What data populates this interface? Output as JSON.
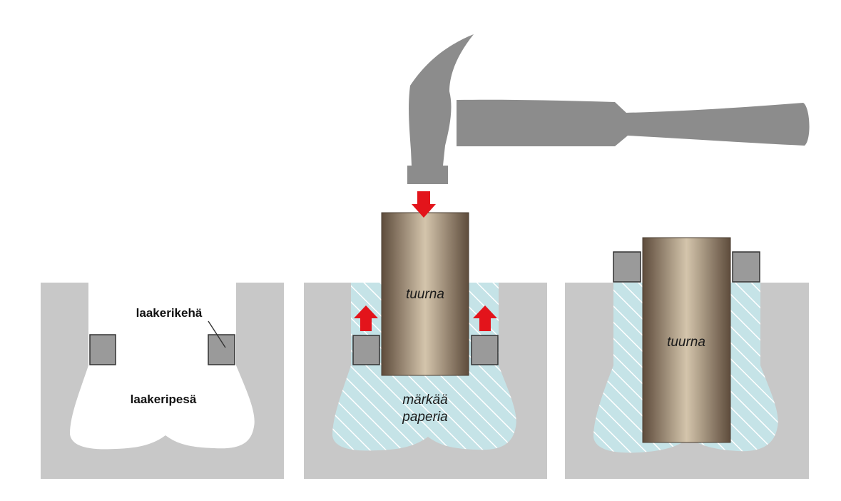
{
  "labels": {
    "bearing_ring": "laakerikehä",
    "bearing_housing": "laakeripesä",
    "mandrel_middle": "tuurna",
    "wet_paper_line1": "märkää",
    "wet_paper_line2": "paperia",
    "mandrel_right": "tuurna"
  },
  "colors": {
    "housing": "#c8c8c8",
    "ring": "#9a9a9a",
    "ring_stroke": "#333333",
    "hammer": "#8c8c8c",
    "arrow": "#e3141b",
    "wet_paper": "#c5e3e7",
    "mandrel_dark": "#5e4c3c",
    "mandrel_light": "#d4c5ac"
  },
  "icons": {
    "hammer": "hammer-icon",
    "force_down": "arrow-down-icon",
    "force_up": "arrow-up-icon"
  }
}
